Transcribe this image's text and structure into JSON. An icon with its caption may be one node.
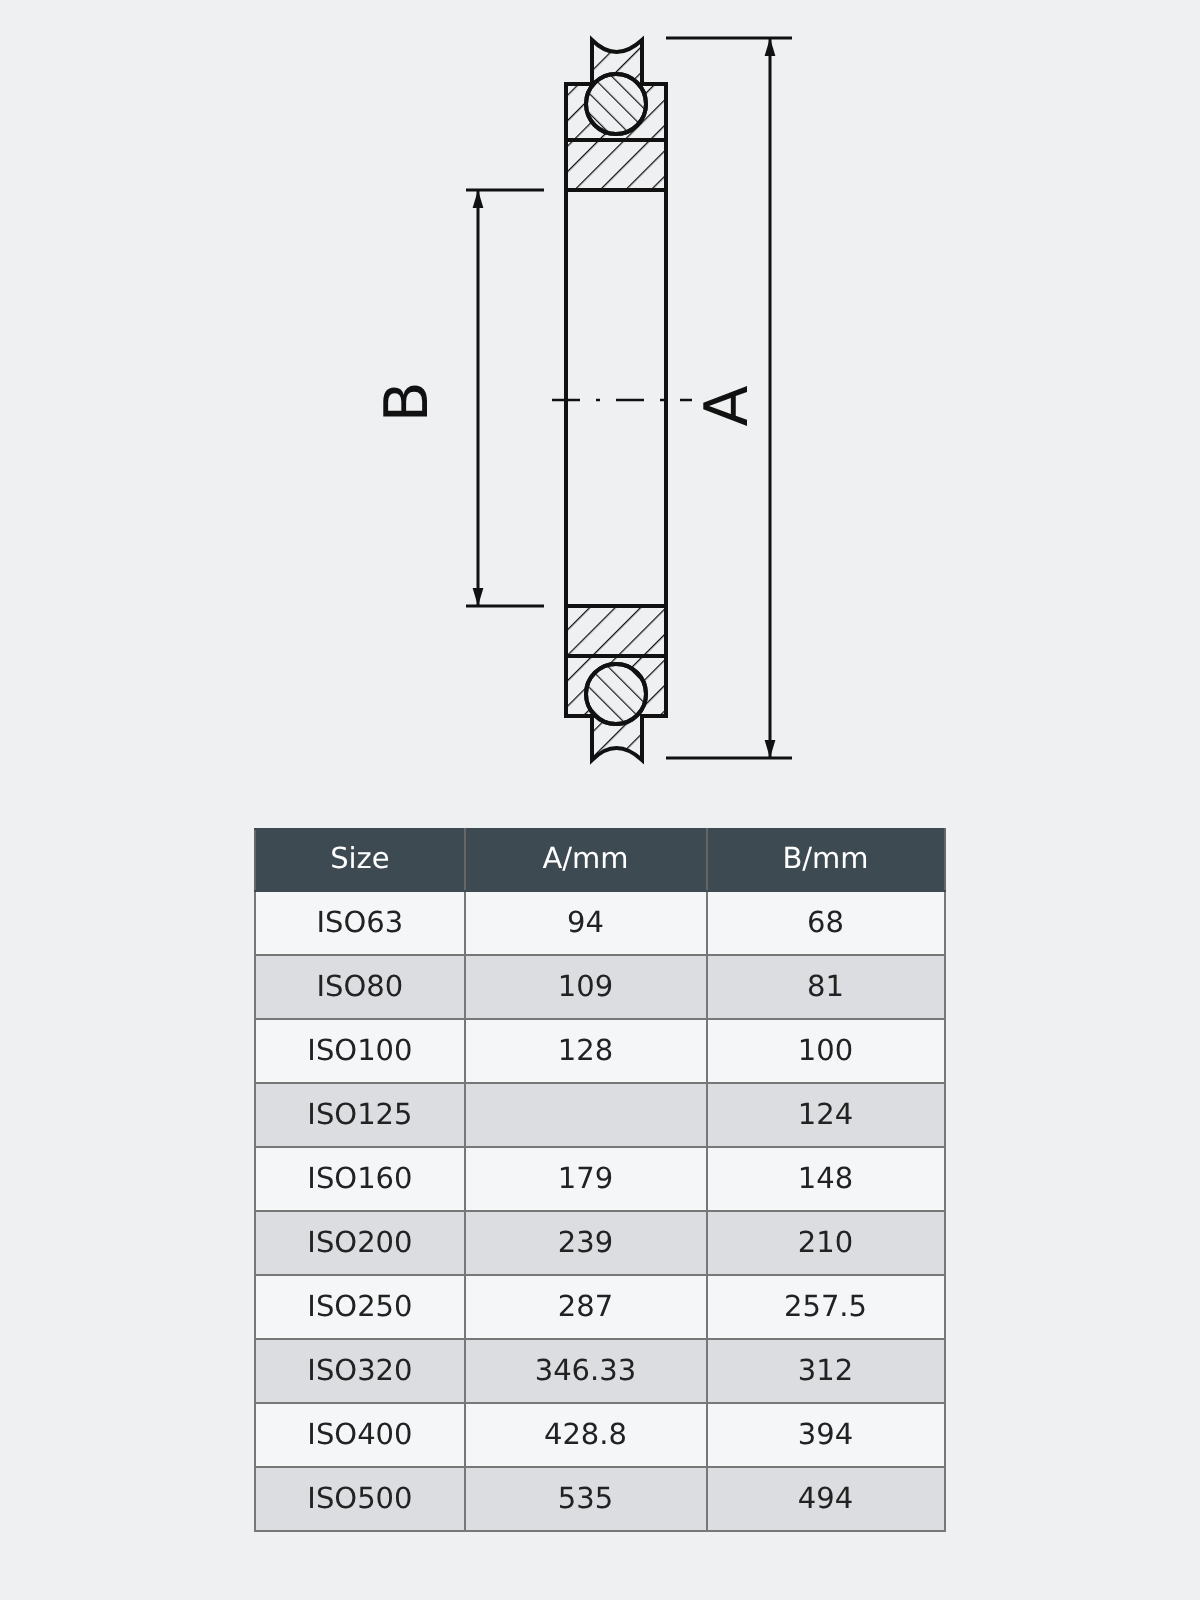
{
  "diagram": {
    "labels": [
      "B",
      "A",
      "Size",
      "A/mm",
      "B/mm",
      "ISO63",
      "94",
      "68",
      "ISO80",
      "109",
      "81",
      "ISO100",
      "128",
      "100",
      "ISO125",
      "124",
      "ISO160",
      "179",
      "148",
      "ISO200",
      "239",
      "210",
      "ISO250",
      "287",
      "257.5",
      "ISO320",
      "346.33",
      "312",
      "ISO400",
      "428.8",
      "394",
      "ISO500",
      "535",
      "494"
    ]
  }
}
